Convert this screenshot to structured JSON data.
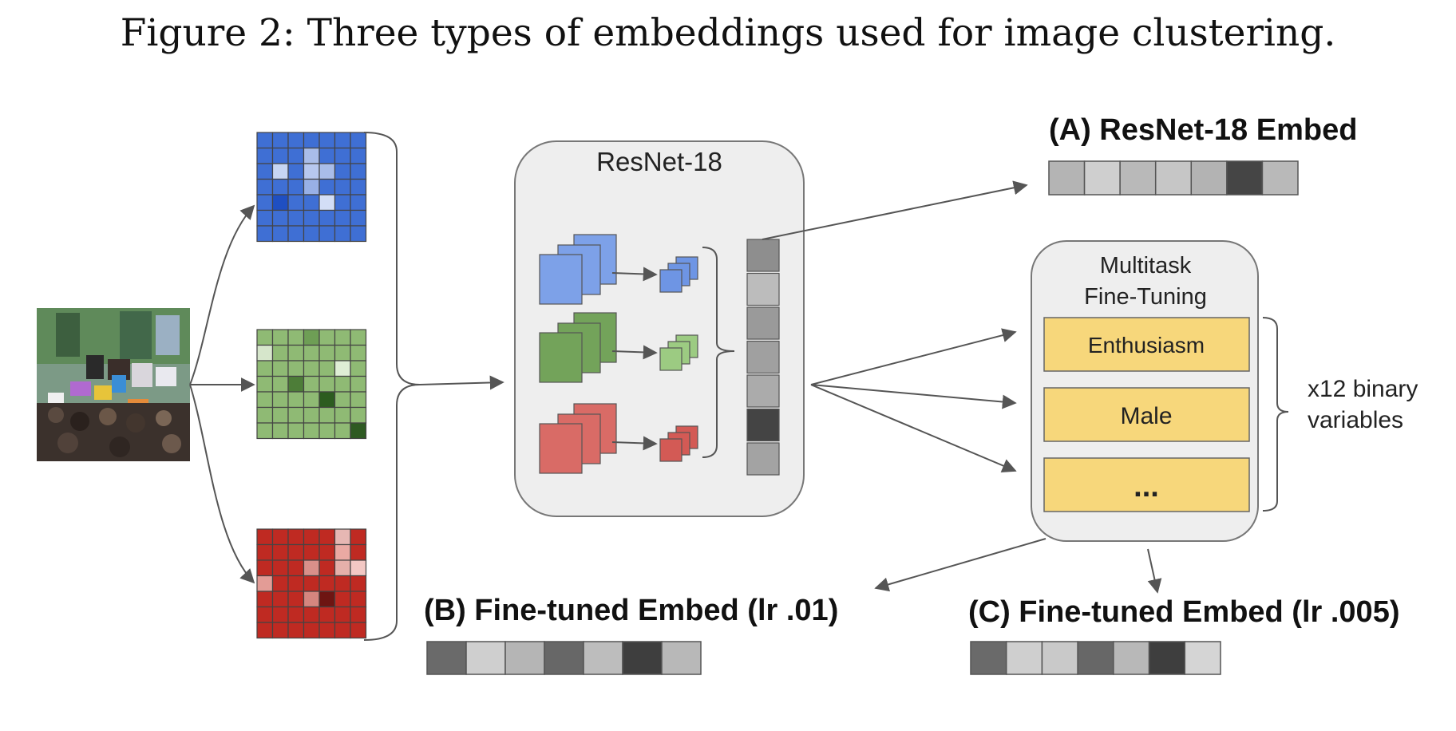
{
  "caption": "Figure 2: Three types of embeddings used for image clustering.",
  "resnet_box": {
    "title": "ResNet-18"
  },
  "multitask_box": {
    "title_line1": "Multitask",
    "title_line2": "Fine-Tuning",
    "tasks": [
      "Enthusiasm",
      "Male",
      "..."
    ]
  },
  "brace_note": {
    "line1": "x12 binary",
    "line2": "variables"
  },
  "embeddings": {
    "a": {
      "label": "(A) ResNet-18 Embed",
      "cell_shades": [
        "#b4b4b4",
        "#cfcfcf",
        "#b9b9b9",
        "#c6c6c6",
        "#b3b3b3",
        "#454545",
        "#b9b9b9"
      ]
    },
    "b": {
      "label": "(B) Fine-tuned Embed (lr .01)",
      "cell_shades": [
        "#6a6a6a",
        "#cfcfcf",
        "#b5b5b5",
        "#676767",
        "#bdbdbd",
        "#3e3e3e",
        "#b8b8b8"
      ]
    },
    "c": {
      "label": "(C) Fine-tuned Embed (lr .005)",
      "cell_shades": [
        "#6a6a6a",
        "#cfcfcf",
        "#c9c9c9",
        "#676767",
        "#b8b8b8",
        "#3e3e3e",
        "#d5d5d5"
      ]
    }
  },
  "feature_vector_shades": [
    "#8e8e8e",
    "#bcbcbc",
    "#9a9a9a",
    "#a0a0a0",
    "#ababab",
    "#444444",
    "#a3a3a3"
  ],
  "colors": {
    "blue": "#3f6fd4",
    "green": "#8fba74",
    "red": "#bf2a22",
    "box_fill": "#eeeeee",
    "task_fill": "#f7d77b"
  }
}
